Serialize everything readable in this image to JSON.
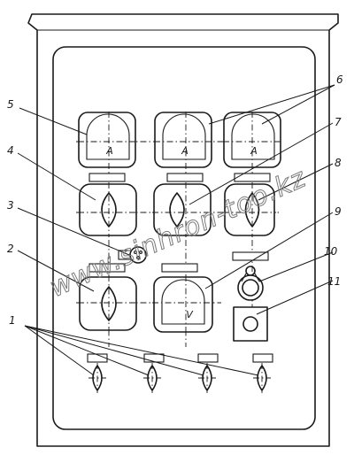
{
  "watermark": "www.sinhron-too.kz",
  "callouts": [
    "1",
    "2",
    "3",
    "4",
    "5",
    "6",
    "7",
    "8",
    "9",
    "10",
    "11"
  ],
  "meter_units": {
    "ammeter": "A",
    "voltmeter": "V"
  }
}
